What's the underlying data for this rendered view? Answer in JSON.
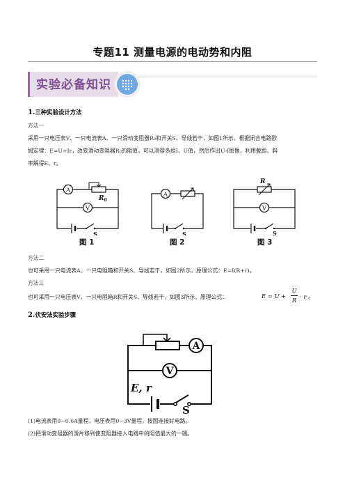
{
  "title": "专题11  测量电源的电动势和内阻",
  "banner": {
    "label": "实验必备知识",
    "icon": "grid-dots-icon"
  },
  "section1": {
    "num": "1.",
    "heading": "三种实验设计方法",
    "m1_label": "方法一",
    "m1_line1": "采用一只电压表V、一只电流表A、一只滑动变阻器R₀和开关S、导线若干，如图1所示。根据闭合电路欧",
    "m1_line2": "姆定律：E=U+Ir，改变滑动变阻器R₀的阻值，可以测得多组I、U值，然后作出U-I图像，利用截距、斜",
    "m1_line3": "率解得E、r。",
    "fig1_caption": "图 1",
    "fig2_caption": "图 2",
    "fig3_caption": "图 3",
    "m2_label": "方法二",
    "m2_line": "也可采用一只电流表A、一只电阻箱和开关S、导线若干，如图2所示，原理公式：E=I(R+r)。",
    "m3_label": "方法三",
    "m3_line": "也可采用一只电压表V、一只电阻箱R和开关S、导线若干，如图3所示，原理公式：",
    "m3_formula": {
      "lhs": "E = U +",
      "num": "U",
      "den": "R",
      "tail": "· r 。"
    }
  },
  "section2": {
    "num": "2.",
    "heading": "伏安法实验步骤",
    "step1": "(1)电流表用0~0.6A量程，电压表用0~3V量程，按图连接好电路。",
    "step2": "(2)把滑动变阻器的滑片移到使变阻器接入电路中的阻值最大的一端。"
  },
  "circuit_labels": {
    "ammeter": "A",
    "voltmeter": "V",
    "switch": "S",
    "rheostat": "R",
    "rheostat_sub": "0",
    "source": "E, r"
  }
}
